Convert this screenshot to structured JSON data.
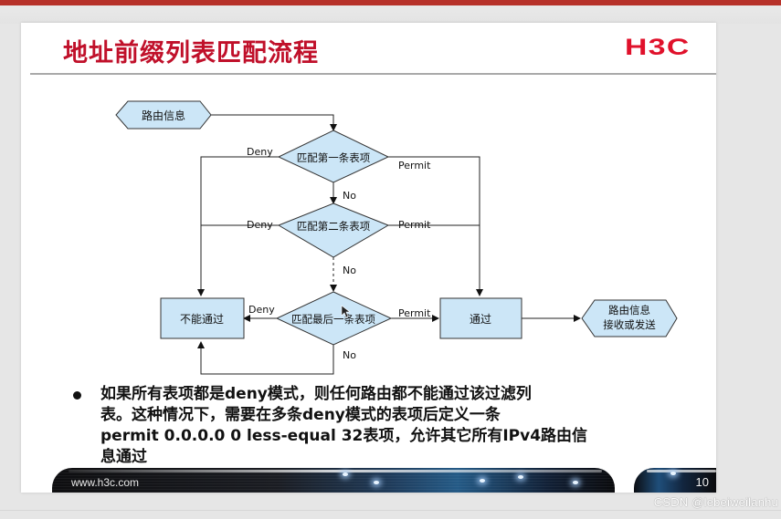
{
  "window": {
    "ribbon_color": "#b7322a"
  },
  "slide": {
    "title": "地址前缀列表匹配流程",
    "title_color": "#c0102a",
    "logo_text": "H3C",
    "logo_color": "#e0112b",
    "flowchart": {
      "node_fill": "#cce6f7",
      "nodes": {
        "route_info": "路由信息",
        "match_first": "匹配第一条表项",
        "match_second": "匹配第二条表项",
        "match_last": "匹配最后一条表项",
        "deny_box": "不能通过",
        "pass_box": "通过",
        "output_line1": "路由信息",
        "output_line2": "接收或发送"
      },
      "edge_labels": {
        "deny_1": "Deny",
        "permit_1": "Permit",
        "no_1": "No",
        "deny_2": "Deny",
        "permit_2": "Permit",
        "no_2": "No",
        "deny_3": "Deny",
        "permit_3": "Permit",
        "no_3": "No"
      }
    },
    "bullet": {
      "line1": "如果所有表项都是deny模式，则任何路由都不能通过该过滤列",
      "line2": "表。这种情况下，需要在多条deny模式的表项后定义一条",
      "line3": "permit 0.0.0.0 0 less-equal 32表项，允许其它所有IPv4路由信",
      "line4": "息通过"
    },
    "footer": {
      "url": "www.h3c.com",
      "page_number": "10"
    }
  },
  "watermark": "CSDN @lebeiweilanhu"
}
